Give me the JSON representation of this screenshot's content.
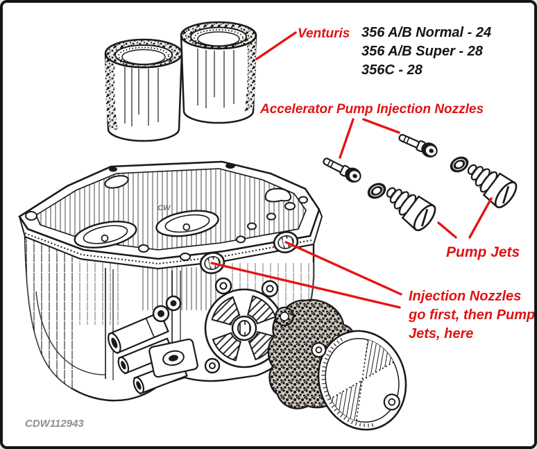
{
  "colors": {
    "label_red": "#e01212",
    "ink": "#1a1a1a",
    "watermark_gray": "#8f8f8f",
    "background": "#ffffff",
    "border": "#151515"
  },
  "labels": {
    "venturis": "Venturis",
    "venturi_specs": [
      "356 A/B Normal - 24",
      "356 A/B Super - 28",
      "356C - 28"
    ],
    "accelerator_nozzles": "Accelerator Pump Injection Nozzles",
    "pump_jets": "Pump Jets",
    "injection_note": [
      "Injection Nozzles",
      "go first, then Pump",
      "Jets, here"
    ]
  },
  "watermarks": {
    "photo_id": "CDW112943",
    "body_mark": "CW"
  },
  "parts": [
    "venturi-left",
    "venturi-right",
    "carburetor-body",
    "pump-cover-wheel",
    "fuel-pipes",
    "injection-nozzle-1",
    "injection-nozzle-2",
    "washer-1",
    "washer-2",
    "pump-jet-1",
    "pump-jet-2",
    "gasket",
    "diaphragm-cover"
  ]
}
